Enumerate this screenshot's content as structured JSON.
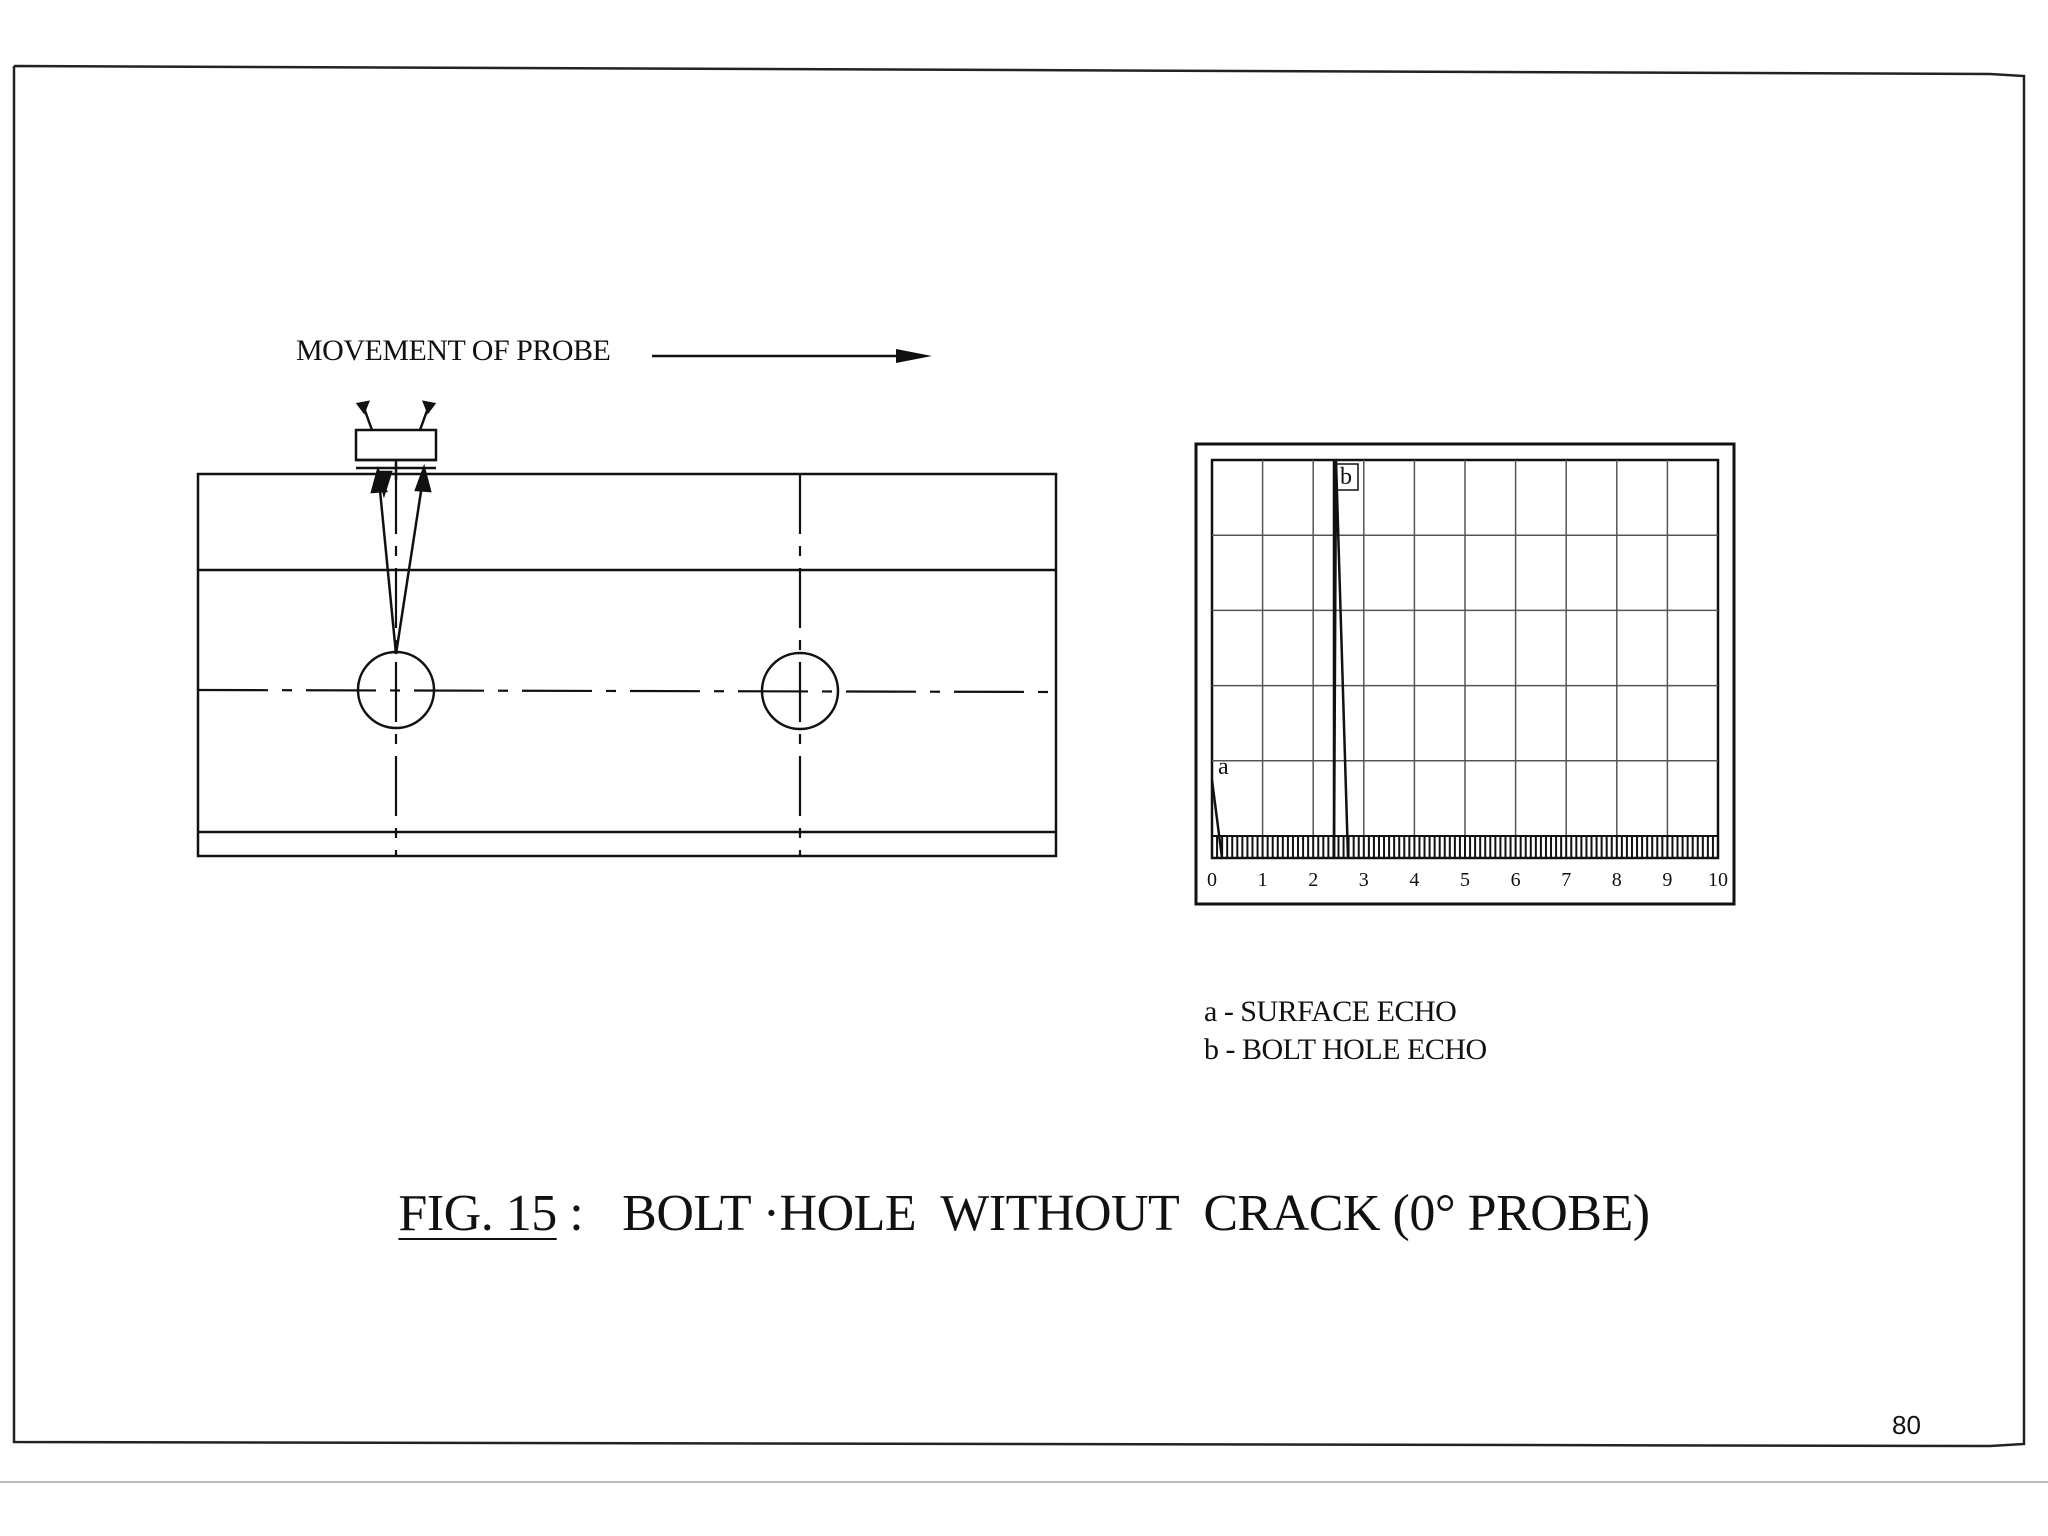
{
  "movement_label": "MOVEMENT OF PROBE",
  "screen": {
    "scale_labels": [
      "0",
      "1",
      "2",
      "3",
      "4",
      "5",
      "6",
      "7",
      "8",
      "9",
      "10"
    ],
    "echo_a_label": "a",
    "echo_b_label": "b"
  },
  "legend": {
    "line_a": "a - SURFACE ECHO",
    "line_b": "b - BOLT HOLE ECHO"
  },
  "caption": {
    "figure_number": "FIG. 15",
    "separator": ":",
    "title": "BOLT ·HOLE  WITHOUT  CRACK (0° PROBE)"
  },
  "page_number": "80"
}
